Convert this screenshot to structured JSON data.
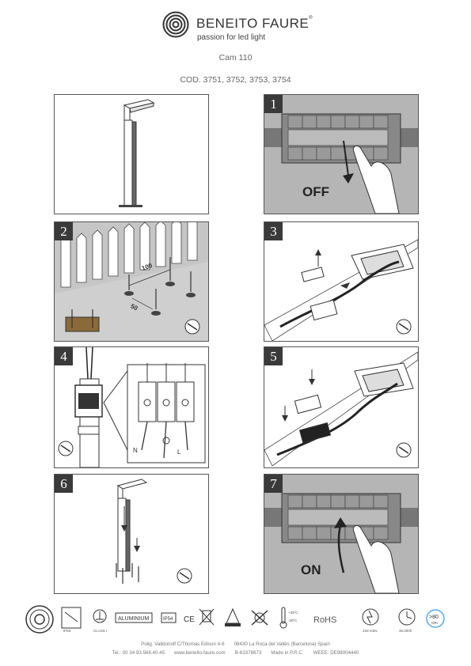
{
  "brand": {
    "name": "BENEITO FAURE",
    "reg": "®",
    "tagline": "passion for led light"
  },
  "product": {
    "model": "Cam 110",
    "codes": "COD. 3751, 3752, 3753, 3754"
  },
  "steps": [
    {
      "number": "1",
      "action": "OFF"
    },
    {
      "number": "2",
      "dim_a": "100",
      "dim_b": "50"
    },
    {
      "number": "3"
    },
    {
      "number": "4",
      "wire_n": "N",
      "wire_l": "L"
    },
    {
      "number": "5"
    },
    {
      "number": "6"
    },
    {
      "number": "7",
      "action": "ON"
    }
  ],
  "icons": {
    "ip": "IP65",
    "class": "CLASS I",
    "material": "ALUMINIUM",
    "ip_text": "IP54",
    "ce": "CE",
    "temp_max": "+45ºC",
    "temp_min": "-20ºC",
    "rohs": "RoHS",
    "voltage": "220-240v",
    "life": "35.000h",
    "cri": ">80",
    "cri_label": "CRI"
  },
  "footer": {
    "address": "Polig. Valldoriolf C/Thomas Edison 4-6",
    "city": "08430 La Roca del Vallès (Barcelona) Spain",
    "tel": "Tel.: 00 34 93.568.40.45",
    "web": "www.beneito-faure.com",
    "cif": "B-63378673",
    "origin": "Made in P.R.C.",
    "weee": "WEEE: DE98004440"
  }
}
